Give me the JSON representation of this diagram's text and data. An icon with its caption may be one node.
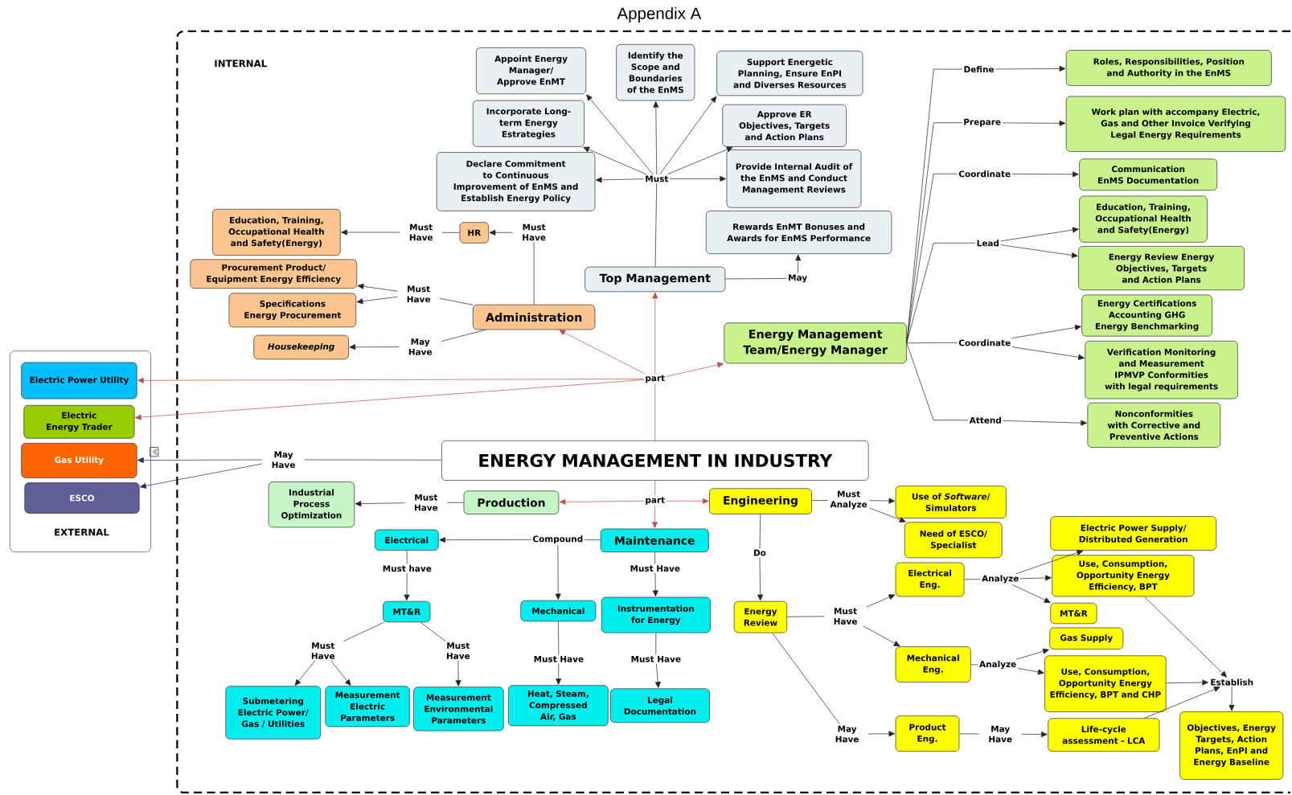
{
  "diagram": {
    "title": "Appendix A",
    "nodes": [
      {
        "text": [
          "INTERNAL"
        ]
      },
      {
        "text": [
          "EXTERNAL"
        ]
      },
      {
        "text": [
          "Electric Power Utility"
        ],
        "in": 1
      },
      {
        "text": [
          "Electric Energy Trader"
        ],
        "in": 1
      },
      {
        "text": [
          "Gas Utility"
        ],
        "in": 1
      },
      {
        "text": [
          "ESCO"
        ],
        "in": 1
      },
      {
        "text": [
          "Appoint Energy Manager/ Approve EnMT"
        ],
        "in": 0
      },
      {
        "text": [
          "Identify the Scope and Boundaries of the EnMS"
        ],
        "in": 0
      },
      {
        "text": [
          "Support Energetic Planning, Ensure EnPI and Diverses Resources"
        ],
        "in": 0
      },
      {
        "text": [
          "Incorporate Long-term Energy Estrategies"
        ],
        "in": 0
      },
      {
        "text": [
          "Approve ER Objectives, Targets and Action Plans"
        ],
        "in": 0
      },
      {
        "text": [
          "Declare Commitment to Continuous Improvement of EnMS and Establish Energy Policy"
        ],
        "in": 0
      },
      {
        "text": [
          "Provide Internal Audit of the EnMS and Conduct Management Reviews"
        ],
        "in": 0
      },
      {
        "text": [
          "Must"
        ],
        "in": 0
      },
      {
        "text": [
          "Rewards EnMT Bonuses and Awards for EnMS Performance"
        ],
        "in": 0
      },
      {
        "text": [
          "Top Management"
        ],
        "in": 0
      },
      {
        "text": [
          "May"
        ],
        "in": 0
      },
      {
        "text": [
          "HR"
        ],
        "in": 0
      },
      {
        "text": [
          "Must Have"
        ],
        "in": 0
      },
      {
        "text": [
          "Must Have"
        ],
        "in": 0
      },
      {
        "text": [
          "Education, Training, Occupational Health and Safety(Energy)"
        ],
        "in": 0
      },
      {
        "text": [
          "Procurement Product/ Equipment Energy Efficiency"
        ],
        "in": 0
      },
      {
        "text": [
          "Specifications Energy Procurement"
        ],
        "in": 0
      },
      {
        "text": [
          "Must Have"
        ],
        "in": 0
      },
      {
        "text": [
          "Housekeeping"
        ],
        "in": 0
      },
      {
        "text": [
          "May Have"
        ],
        "in": 0
      },
      {
        "text": [
          "Administration"
        ],
        "in": 0
      },
      {
        "text": [
          "part"
        ],
        "in": 0
      },
      {
        "text": [
          "Energy Management Team/Energy Manager"
        ],
        "in": 0
      },
      {
        "text": [
          "Define"
        ],
        "in": 0
      },
      {
        "text": [
          "Roles, Responsibilities, Position and Authority in the EnMS"
        ],
        "in": 0
      },
      {
        "text": [
          "Prepare"
        ],
        "in": 0
      },
      {
        "text": [
          "Work plan with accompany Electric, Gas and Other Invoice Verifying Legal Energy Requirements"
        ],
        "in": 0
      },
      {
        "text": [
          "Coordinate"
        ],
        "in": 0
      },
      {
        "text": [
          "Communication EnMS Documentation"
        ],
        "in": 0
      },
      {
        "text": [
          "Lead"
        ],
        "in": 0
      },
      {
        "text": [
          "Education, Training, Occupational Health and Safety(Energy)"
        ],
        "in": 0
      },
      {
        "text": [
          "Energy Review Energy Objectives, Targets and Action Plans"
        ],
        "in": 0
      },
      {
        "text": [
          "Coordinate"
        ],
        "in": 0
      },
      {
        "text": [
          "Energy Certifications Accounting GHG Energy Benchmarking"
        ],
        "in": 0
      },
      {
        "text": [
          "Verification Monitoring and Measurement IPMVP Conformities with legal requirements"
        ],
        "in": 0
      },
      {
        "text": [
          "Attend"
        ],
        "in": 0
      },
      {
        "text": [
          "Nonconformities with Corrective and Preventive Actions"
        ],
        "in": 0
      },
      {
        "text": [
          "May Have"
        ],
        "in": 0
      },
      {
        "text": [
          "ENERGY MANAGEMENT IN INDUSTRY"
        ],
        "in": 0
      },
      {
        "text": [
          "part"
        ],
        "in": 0
      },
      {
        "text": [
          "Production"
        ],
        "in": 0
      },
      {
        "text": [
          "Must Have"
        ],
        "in": 0
      },
      {
        "text": [
          "Industrial Process Optimization"
        ],
        "in": 0
      },
      {
        "text": [
          "Engineering"
        ],
        "in": 0
      },
      {
        "text": [
          "Must Analyze"
        ],
        "in": 0
      },
      {
        "text": [
          "Use of *Software*/ Simulators"
        ],
        "in": 0
      },
      {
        "text": [
          "Need of ESCO/ Specialist"
        ],
        "in": 0
      },
      {
        "text": [
          "Maintenance"
        ],
        "in": 0
      },
      {
        "text": [
          "Compound"
        ],
        "in": 0
      },
      {
        "text": [
          "Electrical"
        ],
        "in": 0
      },
      {
        "text": [
          "Must have"
        ],
        "in": 0
      },
      {
        "text": [
          "MT&R"
        ],
        "in": 0
      },
      {
        "text": [
          "Must Have"
        ],
        "in": 0
      },
      {
        "text": [
          "Must Have"
        ],
        "in": 0
      },
      {
        "text": [
          "Submetering Electric Power/ Gas / Utilities"
        ],
        "in": 0
      },
      {
        "text": [
          "Measurement Electric Parameters"
        ],
        "in": 0
      },
      {
        "text": [
          "Measurement Environmental Parameters"
        ],
        "in": 0
      },
      {
        "text": [
          "Mechanical"
        ],
        "in": 0
      },
      {
        "text": [
          "Must Have"
        ],
        "in": 0
      },
      {
        "text": [
          "Heat, Steam, Compressed Air, Gas"
        ],
        "in": 0
      },
      {
        "text": [
          "Must Have"
        ],
        "in": 0
      },
      {
        "text": [
          "Instrumentation for Energy"
        ],
        "in": 0
      },
      {
        "text": [
          "Must Have"
        ],
        "in": 0
      },
      {
        "text": [
          "Legal Documentation"
        ],
        "in": 0
      },
      {
        "text": [
          "Do"
        ],
        "in": 0
      },
      {
        "text": [
          "Energy Review"
        ],
        "in": 0
      },
      {
        "text": [
          "Must Have"
        ],
        "in": 0
      },
      {
        "text": [
          "Electrical Eng."
        ],
        "in": 0
      },
      {
        "text": [
          "Analyze"
        ],
        "in": 0
      },
      {
        "text": [
          "Electric Power Supply/ Distributed Generation"
        ],
        "in": 0
      },
      {
        "text": [
          "Use, Consumption, Opportunity Energy Efficiency, BPT"
        ],
        "in": 0
      },
      {
        "text": [
          "MT&R"
        ],
        "in": 0
      },
      {
        "text": [
          "Mechanical Eng."
        ],
        "in": 0
      },
      {
        "text": [
          "Analyze"
        ],
        "in": 0
      },
      {
        "text": [
          "Gas Supply"
        ],
        "in": 0
      },
      {
        "text": [
          "Use, Consumption, Opportunity Energy Efficiency, BPT and CHP"
        ],
        "in": 0
      },
      {
        "text": [
          "May Have"
        ],
        "in": 0
      },
      {
        "text": [
          "Product Eng."
        ],
        "in": 0
      },
      {
        "text": [
          "May Have"
        ],
        "in": 0
      },
      {
        "text": [
          "Life-cycle assessment - LCA"
        ],
        "in": 0
      },
      {
        "text": [
          "Establish"
        ],
        "in": 0
      },
      {
        "text": [
          "Objectives, Energy Targets, Action Plans, EnPI and Energy Baseline"
        ],
        "in": 0
      }
    ],
    "edges": [
      {
        "from": 15,
        "to": 13,
        "arrow": "none"
      },
      {
        "from": 13,
        "to": 6,
        "arrow": "to"
      },
      {
        "from": 13,
        "to": 7,
        "arrow": "to"
      },
      {
        "from": 13,
        "to": 8,
        "arrow": "to"
      },
      {
        "from": 13,
        "to": 9,
        "arrow": "to"
      },
      {
        "from": 13,
        "to": 10,
        "arrow": "to"
      },
      {
        "from": 13,
        "to": 11,
        "arrow": "to"
      },
      {
        "from": 13,
        "to": 12,
        "arrow": "to"
      },
      {
        "from": 15,
        "to": 16,
        "arrow": "none"
      },
      {
        "from": 16,
        "to": 14,
        "arrow": "to"
      },
      {
        "from": 26,
        "to": 18,
        "arrow": "none"
      },
      {
        "from": 18,
        "to": 17,
        "arrow": "to"
      },
      {
        "from": 17,
        "to": 19,
        "arrow": "none"
      },
      {
        "from": 19,
        "to": 20,
        "arrow": "to"
      },
      {
        "from": 26,
        "to": 23,
        "arrow": "none"
      },
      {
        "from": 23,
        "to": 21,
        "arrow": "to"
      },
      {
        "from": 23,
        "to": 22,
        "arrow": "to"
      },
      {
        "from": 26,
        "to": 25,
        "arrow": "none"
      },
      {
        "from": 25,
        "to": 24,
        "arrow": "to"
      },
      {
        "from": 44,
        "to": 27,
        "arrow": "none",
        "color": "#c0504d"
      },
      {
        "from": 27,
        "to": 15,
        "arrow": "to",
        "color": "#c0504d"
      },
      {
        "from": 27,
        "to": 26,
        "arrow": "to",
        "color": "#c0504d"
      },
      {
        "from": 27,
        "to": 28,
        "arrow": "to",
        "color": "#c0504d"
      },
      {
        "from": 27,
        "to": 2,
        "arrow": "to",
        "color": "#c0504d"
      },
      {
        "from": 27,
        "to": 3,
        "arrow": "to",
        "color": "#c0504d"
      },
      {
        "from": 28,
        "to": 29,
        "arrow": "none"
      },
      {
        "from": 29,
        "to": 30,
        "arrow": "to"
      },
      {
        "from": 28,
        "to": 31,
        "arrow": "none"
      },
      {
        "from": 31,
        "to": 32,
        "arrow": "to"
      },
      {
        "from": 28,
        "to": 33,
        "arrow": "none"
      },
      {
        "from": 33,
        "to": 34,
        "arrow": "to"
      },
      {
        "from": 28,
        "to": 35,
        "arrow": "none"
      },
      {
        "from": 35,
        "to": 36,
        "arrow": "to"
      },
      {
        "from": 35,
        "to": 37,
        "arrow": "to"
      },
      {
        "from": 28,
        "to": 38,
        "arrow": "none"
      },
      {
        "from": 38,
        "to": 39,
        "arrow": "to"
      },
      {
        "from": 38,
        "to": 40,
        "arrow": "to"
      },
      {
        "from": 28,
        "to": 41,
        "arrow": "none"
      },
      {
        "from": 41,
        "to": 42,
        "arrow": "to"
      },
      {
        "from": 44,
        "to": 43,
        "arrow": "none",
        "color": "#1f2a6b"
      },
      {
        "from": 43,
        "to": 4,
        "arrow": "to",
        "color": "#1f2a6b"
      },
      {
        "from": 43,
        "to": 5,
        "arrow": "to",
        "color": "#1f2a6b"
      },
      {
        "from": 44,
        "to": 45,
        "arrow": "none",
        "color": "#c0504d"
      },
      {
        "from": 45,
        "to": 46,
        "arrow": "to",
        "color": "#c0504d"
      },
      {
        "from": 45,
        "to": 49,
        "arrow": "to",
        "color": "#c0504d"
      },
      {
        "from": 45,
        "to": 53,
        "arrow": "to",
        "color": "#c0504d"
      },
      {
        "from": 46,
        "to": 47,
        "arrow": "none"
      },
      {
        "from": 47,
        "to": 48,
        "arrow": "to"
      },
      {
        "from": 49,
        "to": 50,
        "arrow": "none"
      },
      {
        "from": 50,
        "to": 51,
        "arrow": "to"
      },
      {
        "from": 50,
        "to": 52,
        "arrow": "to"
      },
      {
        "from": 53,
        "to": 54,
        "arrow": "none"
      },
      {
        "from": 54,
        "to": 55,
        "arrow": "to"
      },
      {
        "from": 54,
        "to": 63,
        "arrow": "to"
      },
      {
        "from": 55,
        "to": 56,
        "arrow": "none"
      },
      {
        "from": 56,
        "to": 57,
        "arrow": "to"
      },
      {
        "from": 57,
        "to": 58,
        "arrow": "none"
      },
      {
        "from": 58,
        "to": 60,
        "arrow": "to"
      },
      {
        "from": 58,
        "to": 61,
        "arrow": "to"
      },
      {
        "from": 57,
        "to": 59,
        "arrow": "none"
      },
      {
        "from": 59,
        "to": 62,
        "arrow": "to"
      },
      {
        "from": 63,
        "to": 64,
        "arrow": "none"
      },
      {
        "from": 64,
        "to": 65,
        "arrow": "to"
      },
      {
        "from": 53,
        "to": 66,
        "arrow": "none"
      },
      {
        "from": 66,
        "to": 67,
        "arrow": "to"
      },
      {
        "from": 67,
        "to": 68,
        "arrow": "none"
      },
      {
        "from": 68,
        "to": 69,
        "arrow": "to"
      },
      {
        "from": 49,
        "to": 70,
        "arrow": "none"
      },
      {
        "from": 70,
        "to": 71,
        "arrow": "to"
      },
      {
        "from": 71,
        "to": 72,
        "arrow": "none"
      },
      {
        "from": 72,
        "to": 73,
        "arrow": "to"
      },
      {
        "from": 72,
        "to": 78,
        "arrow": "to"
      },
      {
        "from": 71,
        "to": 82,
        "arrow": "none"
      },
      {
        "from": 82,
        "to": 83,
        "arrow": "to"
      },
      {
        "from": 73,
        "to": 74,
        "arrow": "none"
      },
      {
        "from": 74,
        "to": 75,
        "arrow": "to"
      },
      {
        "from": 74,
        "to": 76,
        "arrow": "to"
      },
      {
        "from": 74,
        "to": 77,
        "arrow": "to"
      },
      {
        "from": 78,
        "to": 79,
        "arrow": "none"
      },
      {
        "from": 79,
        "to": 80,
        "arrow": "to"
      },
      {
        "from": 79,
        "to": 81,
        "arrow": "to"
      },
      {
        "from": 83,
        "to": 84,
        "arrow": "none"
      },
      {
        "from": 84,
        "to": 85,
        "arrow": "to"
      },
      {
        "from": 76,
        "to": 86,
        "arrow": "to"
      },
      {
        "from": 81,
        "to": 86,
        "arrow": "to"
      },
      {
        "from": 85,
        "to": 86,
        "arrow": "to"
      },
      {
        "from": 86,
        "to": 87,
        "arrow": "to"
      }
    ]
  }
}
